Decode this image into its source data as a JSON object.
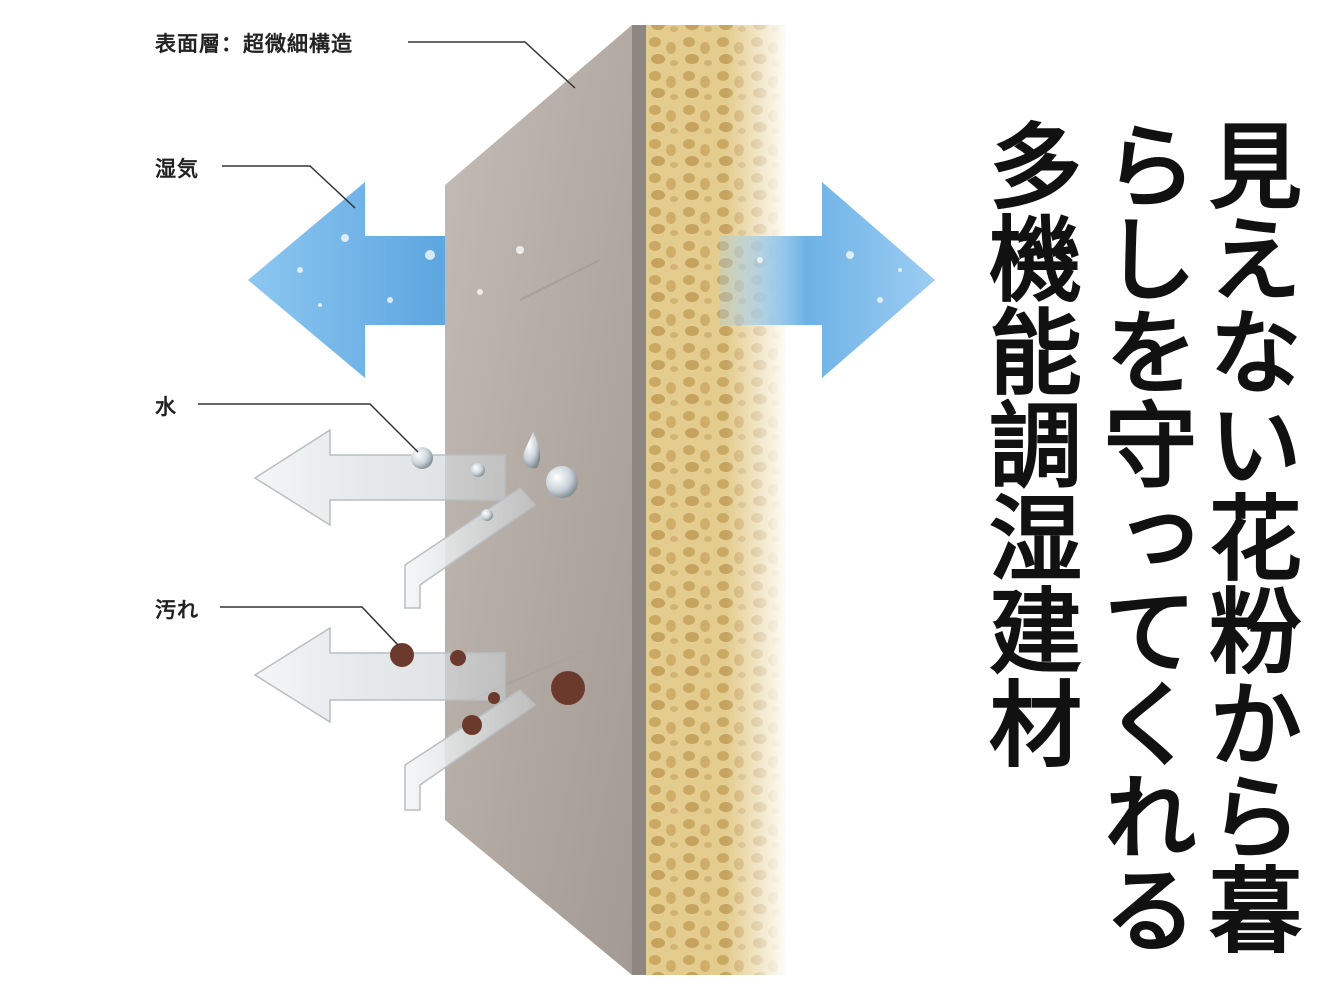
{
  "labels": {
    "surface_layer": "表面層：超微細構造",
    "humidity": "湿気",
    "water": "水",
    "dirt": "汚れ"
  },
  "headline": {
    "line1": "見えない花粉から暮",
    "line2": "らしを守ってくれる",
    "line3": "多機能調湿建材"
  },
  "colors": {
    "panel_face": "#b9b0aa",
    "panel_side": "#8e8680",
    "core": "#e2c98a",
    "vapor_arrow": "#6fb2e6",
    "clear_arrow": "#d9dde0",
    "dirt_particle": "#6b3a2c",
    "text": "#111111"
  }
}
